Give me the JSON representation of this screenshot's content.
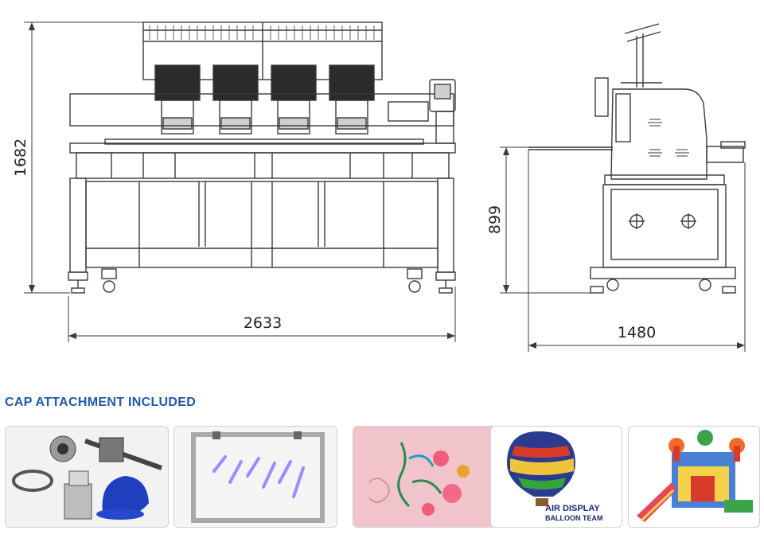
{
  "dimensions": {
    "total_height": "1682",
    "total_width": "2633",
    "table_height": "899",
    "depth": "1480"
  },
  "accessories": {
    "title": "CAP ATTACHMENT INCLUDED"
  },
  "samples": [
    {
      "name": "cap-attachment-parts"
    },
    {
      "name": "embroidery-frame"
    },
    {
      "name": "floral-embroidery"
    },
    {
      "name": "hot-air-balloon-patch",
      "text_line1": "AIR DISPLAY",
      "text_line2": "BALLOON TEAM"
    },
    {
      "name": "bounce-castle-embroidery"
    }
  ],
  "colors": {
    "title": "#1e5aa8",
    "line": "#3a3a3a"
  }
}
